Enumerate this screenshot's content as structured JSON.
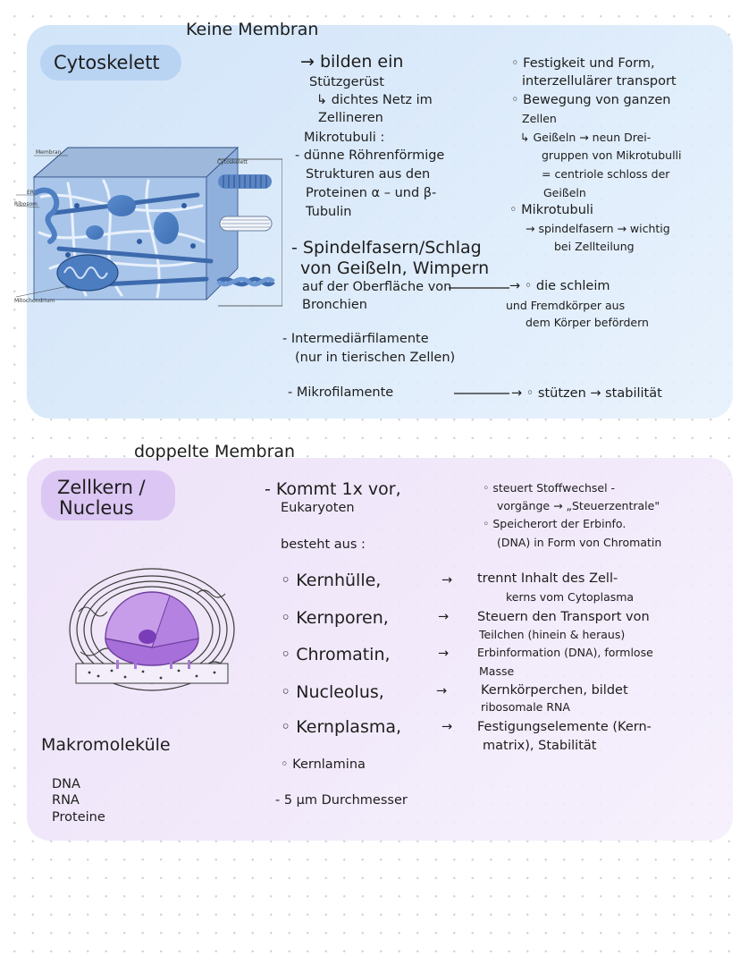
{
  "section_cyto": {
    "label_above": "Keine Membran",
    "title": "Cytoskelett",
    "diagram_labels": {
      "membran": "Membran",
      "er": "ER",
      "ribosom": "Ribosom",
      "mitochondrium": "Mitochondrium",
      "cytoskelett": "Cytoskelett"
    },
    "lines": [
      "→ bilden ein",
      "Stützgerüst",
      "↳ dichtes Netz im",
      "Zellineren",
      "Mikrotubuli :",
      "- dünne Röhrenförmige",
      "Strukturen aus den",
      "Proteinen α – und β-",
      "Tubulin",
      "- Spindelfasern/Schlag",
      "von Geißeln, Wimpern",
      "auf der Oberfläche von",
      "Bronchien",
      "- Intermediärfilamente",
      "(nur in tierischen Zellen)",
      "- Mikrofilamente"
    ],
    "right_lines": [
      "◦ Festigkeit und Form,",
      "interzellulärer transport",
      "◦ Bewegung von ganzen",
      "Zellen",
      "↳ Geißeln → neun Drei-",
      "gruppen von Mikrotubulli",
      "= centriole schloss der",
      "Geißeln",
      "◦ Mikrotubuli",
      "→ spindelfasern → wichtig",
      "bei Zellteilung",
      "→ ◦ die schleim",
      "und Fremdkörper aus",
      "dem Körper befördern",
      "→ ◦ stützen → stabilität"
    ]
  },
  "section_kern": {
    "label_above": "doppelte Membran",
    "title_line1": "Zellkern /",
    "title_line2": "Nucleus",
    "intro": [
      "- Kommt 1x vor,",
      "Eukaryoten",
      "besteht aus :"
    ],
    "right_intro": [
      "◦ steuert Stoffwechsel -",
      "vorgänge → „Steuerzentrale\"",
      "◦ Speicherort der Erbinfo.",
      "(DNA) in Form von Chromatin"
    ],
    "items": [
      "◦ Kernhülle,",
      "◦ Kernporen,",
      "◦ Chromatin,",
      "◦ Nucleolus,",
      "◦ Kernplasma,",
      "◦ Kernlamina"
    ],
    "arrows": [
      "→",
      "→",
      "→",
      "→",
      "→"
    ],
    "descriptions": [
      "trennt Inhalt des Zell-",
      "kerns vom Cytoplasma",
      "Steuern den Transport von",
      "Teilchen (hinein & heraus)",
      "Erbinformation (DNA), formlose",
      "Masse",
      "Kernkörperchen, bildet",
      "ribosomale RNA",
      "Festigungselemente (Kern-",
      "matrix), Stabilität"
    ],
    "diameter": "- 5 µm Durchmesser",
    "macro_title": "Makromoleküle",
    "macro_items": [
      "DNA",
      "RNA",
      "Proteine"
    ]
  },
  "colors": {
    "blue_panel": "#d6e7f9",
    "purple_panel": "#ece2f8",
    "blue_highlight": "#b9d3f3",
    "purple_highlight": "#dcc6f3",
    "ink": "#1d1d1d"
  }
}
